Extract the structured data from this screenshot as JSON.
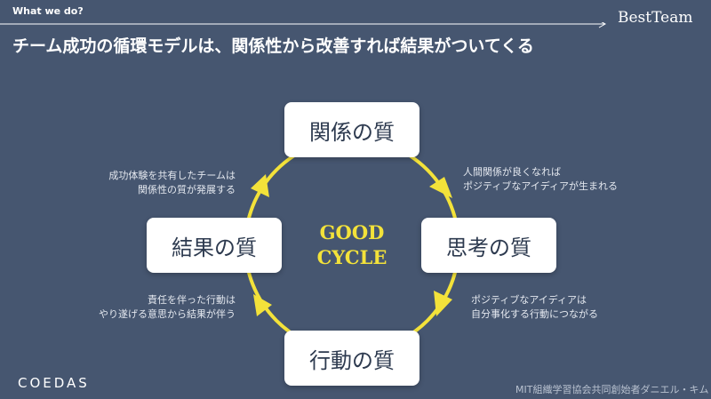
{
  "header": {
    "section_label": "What we do?",
    "brand": "BestTeam",
    "headline": "チーム成功の循環モデルは、関係性から改善すれば結果がついてくる"
  },
  "cycle": {
    "nodes": {
      "top": "関係の質",
      "right": "思考の質",
      "bottom": "行動の質",
      "left": "結果の質"
    },
    "center_line1": "GOOD",
    "center_line2": "CYCLE",
    "notes": {
      "top_right": [
        "人間関係が良くなれば",
        "ポジティブなアイディアが生まれる"
      ],
      "bottom_right": [
        "ポジティブなアイディアは",
        "自分事化する行動につながる"
      ],
      "bottom_left": [
        "責任を伴った行動は",
        "やり遂げる意思から結果が伴う"
      ],
      "top_left": [
        "成功体験を共有したチームは",
        "関係性の質が発展する"
      ]
    }
  },
  "footer": {
    "logo": "COEDAS",
    "credit": "MIT組織学習協会共同創始者ダニエル・キム"
  },
  "colors": {
    "background": "#465670",
    "accent_yellow": "#f3e23a",
    "node_fill": "#ffffff",
    "node_text": "#2d3a4f"
  }
}
